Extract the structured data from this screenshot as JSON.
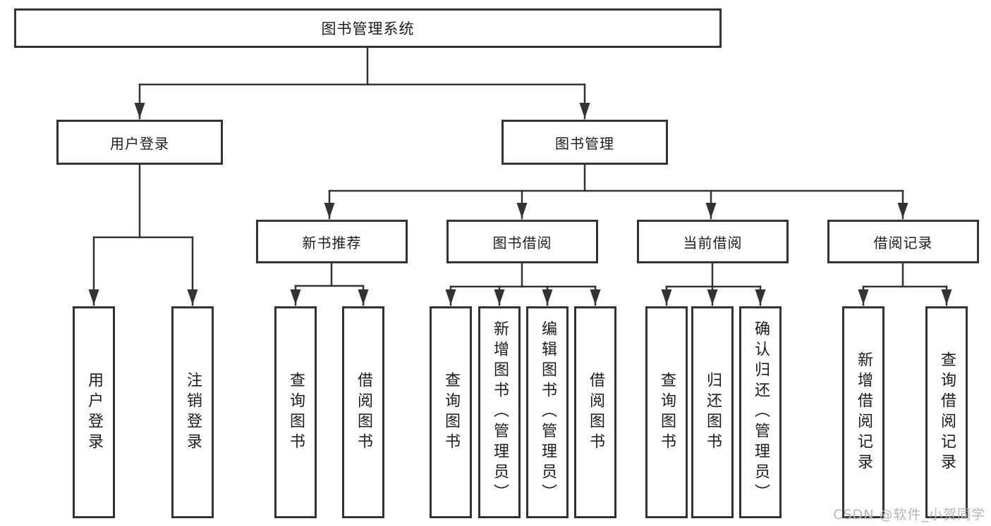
{
  "diagram": {
    "root": {
      "label": "图书管理系统"
    },
    "level2": [
      {
        "label": "用户登录"
      },
      {
        "label": "图书管理"
      }
    ],
    "level3": [
      {
        "label": "新书推荐"
      },
      {
        "label": "图书借阅"
      },
      {
        "label": "当前借阅"
      },
      {
        "label": "借阅记录"
      }
    ],
    "leaves": {
      "user_login": [
        "用户登录",
        "注销登录"
      ],
      "new_books": [
        "查询图书",
        "借阅图书"
      ],
      "book_borrow": [
        "查询图书",
        "新增图书（管理员）",
        "编辑图书（管理员）",
        "借阅图书"
      ],
      "current_borrow": [
        "查询图书",
        "归还图书",
        "确认归还（管理员）"
      ],
      "borrow_records": [
        "新增借阅记录",
        "查询借阅记录"
      ]
    }
  },
  "watermark": {
    "text": "CSDN @软件_小贺同学"
  },
  "colors": {
    "line": "#333333",
    "text": "#1c1c1c",
    "watermark": "#b5b5b5",
    "background": "#ffffff"
  }
}
